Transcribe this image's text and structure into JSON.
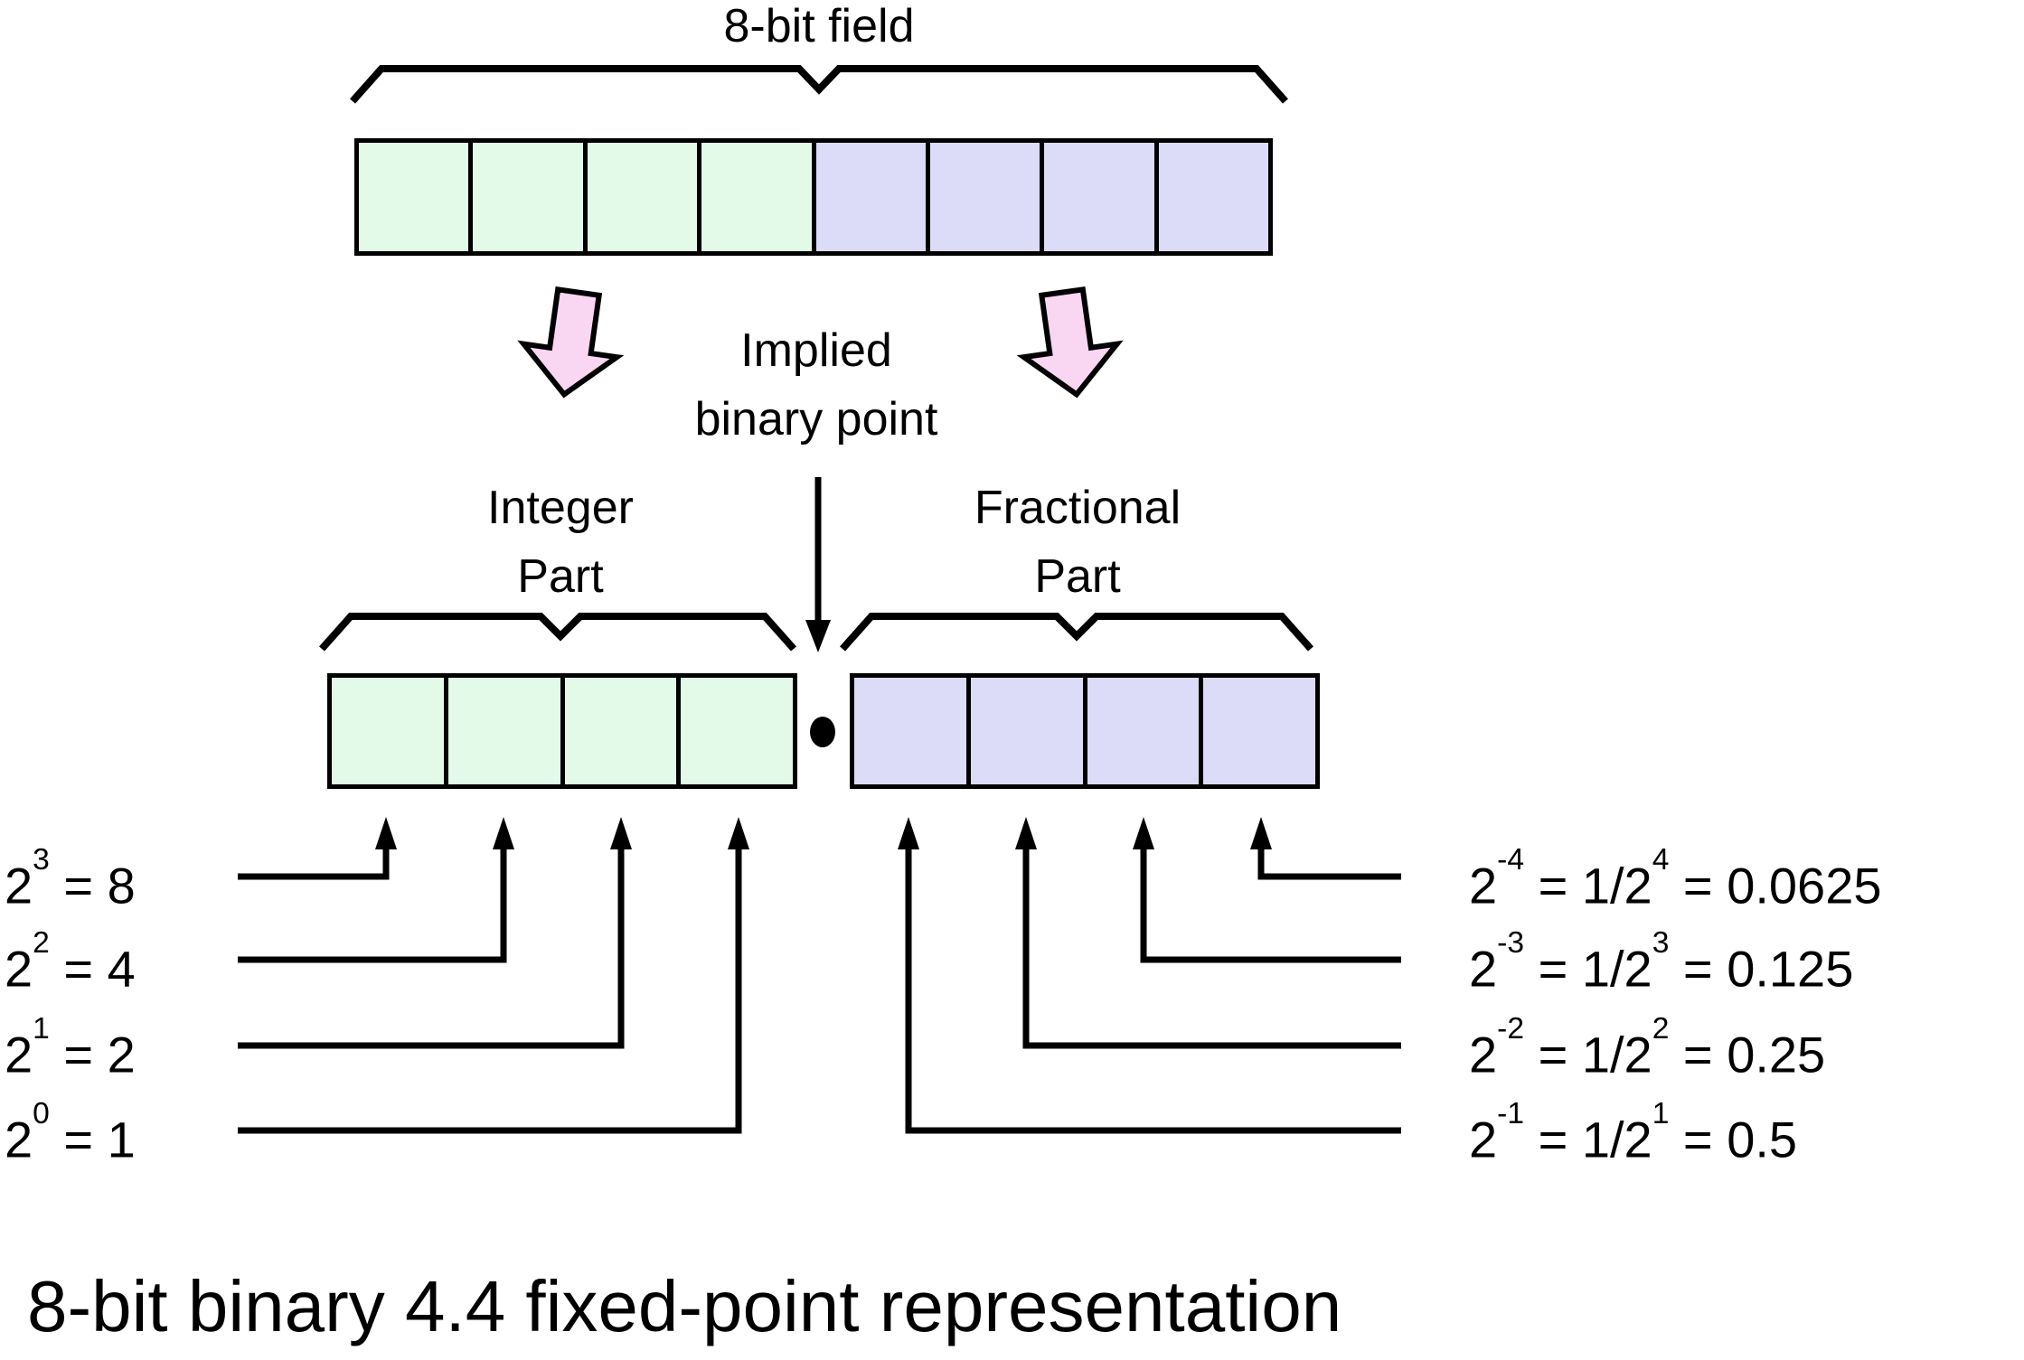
{
  "labels": {
    "field": "8-bit field",
    "implied": [
      "Implied",
      "binary point"
    ],
    "integer_part": [
      "Integer",
      "Part"
    ],
    "fractional_part": [
      "Fractional",
      "Part"
    ],
    "caption": "8-bit binary 4.4 fixed-point representation"
  },
  "bit_cells": {
    "integer": 4,
    "fraction": 4
  },
  "integer_weights": [
    {
      "base": "2",
      "exp": "3",
      "value": " = 8"
    },
    {
      "base": "2",
      "exp": "2",
      "value": " = 4"
    },
    {
      "base": "2",
      "exp": "1",
      "value": " = 2"
    },
    {
      "base": "2",
      "exp": "0",
      "value": " = 1"
    }
  ],
  "fraction_weights": [
    {
      "base": "2",
      "exp": "-4",
      "eq": " = 1/2",
      "exp2": "4",
      "value": " = 0.0625"
    },
    {
      "base": "2",
      "exp": "-3",
      "eq": " = 1/2",
      "exp2": "3",
      "value": " = 0.125"
    },
    {
      "base": "2",
      "exp": "-2",
      "eq": " = 1/2",
      "exp2": "2",
      "value": " = 0.25"
    },
    {
      "base": "2",
      "exp": "-1",
      "eq": " = 1/2",
      "exp2": "1",
      "value": " = 0.5"
    }
  ],
  "colors": {
    "integer_fill": "#e3fae8",
    "fraction_fill": "#dcdcf8",
    "arrow_fill": "#f9d6f2",
    "stroke": "#000000"
  }
}
